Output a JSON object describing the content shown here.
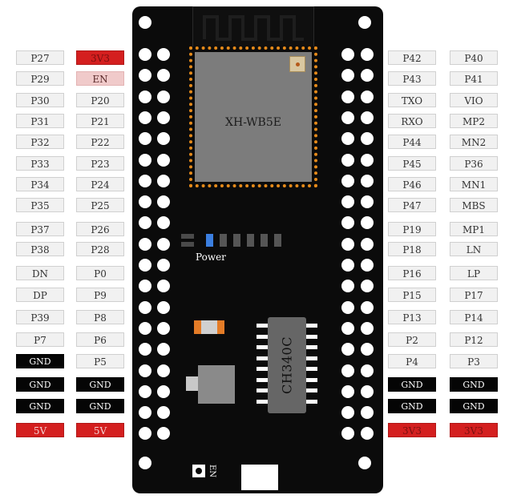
{
  "module_label": "XH-WB5E",
  "power_label": "Power",
  "chip_label": "CH340C",
  "en_label": "EN",
  "colors": {
    "board": "#0b0b0b",
    "module_outline": "#e58a1a",
    "shield": "#7c7c7c",
    "pin_label": "#f1f1f1",
    "gnd_label": "#050505",
    "power_label": "#d41f1f"
  },
  "left_outer_pins": [
    "P27",
    "P29",
    "P30",
    "P31",
    "P32",
    "P33",
    "P34",
    "P35",
    "P37",
    "P38",
    "DN",
    "DP",
    "P39",
    "P7",
    "GND",
    "GND",
    "GND",
    "5V"
  ],
  "left_inner_pins": [
    "3V3",
    "EN",
    "P20",
    "P21",
    "P22",
    "P23",
    "P24",
    "P25",
    "P26",
    "P28",
    "P0",
    "P9",
    "P8",
    "P6",
    "P5",
    "GND",
    "GND",
    "5V"
  ],
  "right_inner_pins": [
    "P42",
    "P43",
    "TXO",
    "RXO",
    "P44",
    "P45",
    "P46",
    "P47",
    "P19",
    "P18",
    "P16",
    "P15",
    "P13",
    "P2",
    "P4",
    "GND",
    "GND",
    "3V3"
  ],
  "right_outer_pins": [
    "P40",
    "P41",
    "VIO",
    "MP2",
    "MN2",
    "P36",
    "MN1",
    "MBS",
    "MP1",
    "LN",
    "LP",
    "P17",
    "P14",
    "P12",
    "P3",
    "GND",
    "GND",
    "3V3"
  ]
}
